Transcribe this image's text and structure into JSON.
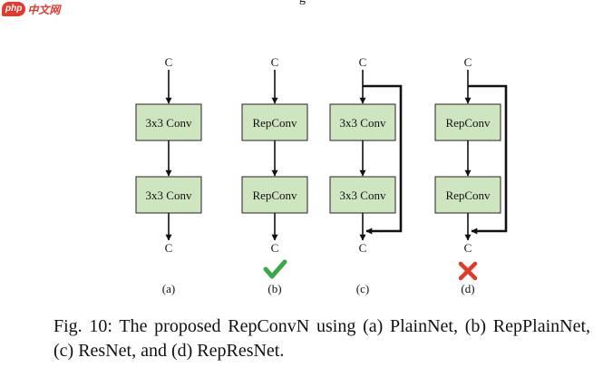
{
  "logo": {
    "bubble": "php",
    "text": "中文网"
  },
  "top_fragment": "g",
  "diagram": {
    "node_label": "C",
    "columns": [
      {
        "id": "a",
        "blocks": [
          "3x3 Conv",
          "3x3 Conv"
        ],
        "label": "(a)",
        "residual": false,
        "mark": ""
      },
      {
        "id": "b",
        "blocks": [
          "RepConv",
          "RepConv"
        ],
        "label": "(b)",
        "residual": false,
        "mark": "check"
      },
      {
        "id": "c",
        "blocks": [
          "3x3 Conv",
          "3x3 Conv"
        ],
        "label": "(c)",
        "residual": true,
        "mark": ""
      },
      {
        "id": "d",
        "blocks": [
          "RepConv",
          "RepConv"
        ],
        "label": "(d)",
        "residual": true,
        "mark": "cross"
      }
    ],
    "colors": {
      "block_fill": "#cfe5bf",
      "block_stroke": "#222222",
      "check": "#3aa84a",
      "cross": "#e03a2a"
    }
  },
  "caption": "Fig. 10: The proposed RepConvN using (a) PlainNet, (b) RepPlainNet, (c) ResNet, and (d) RepResNet."
}
